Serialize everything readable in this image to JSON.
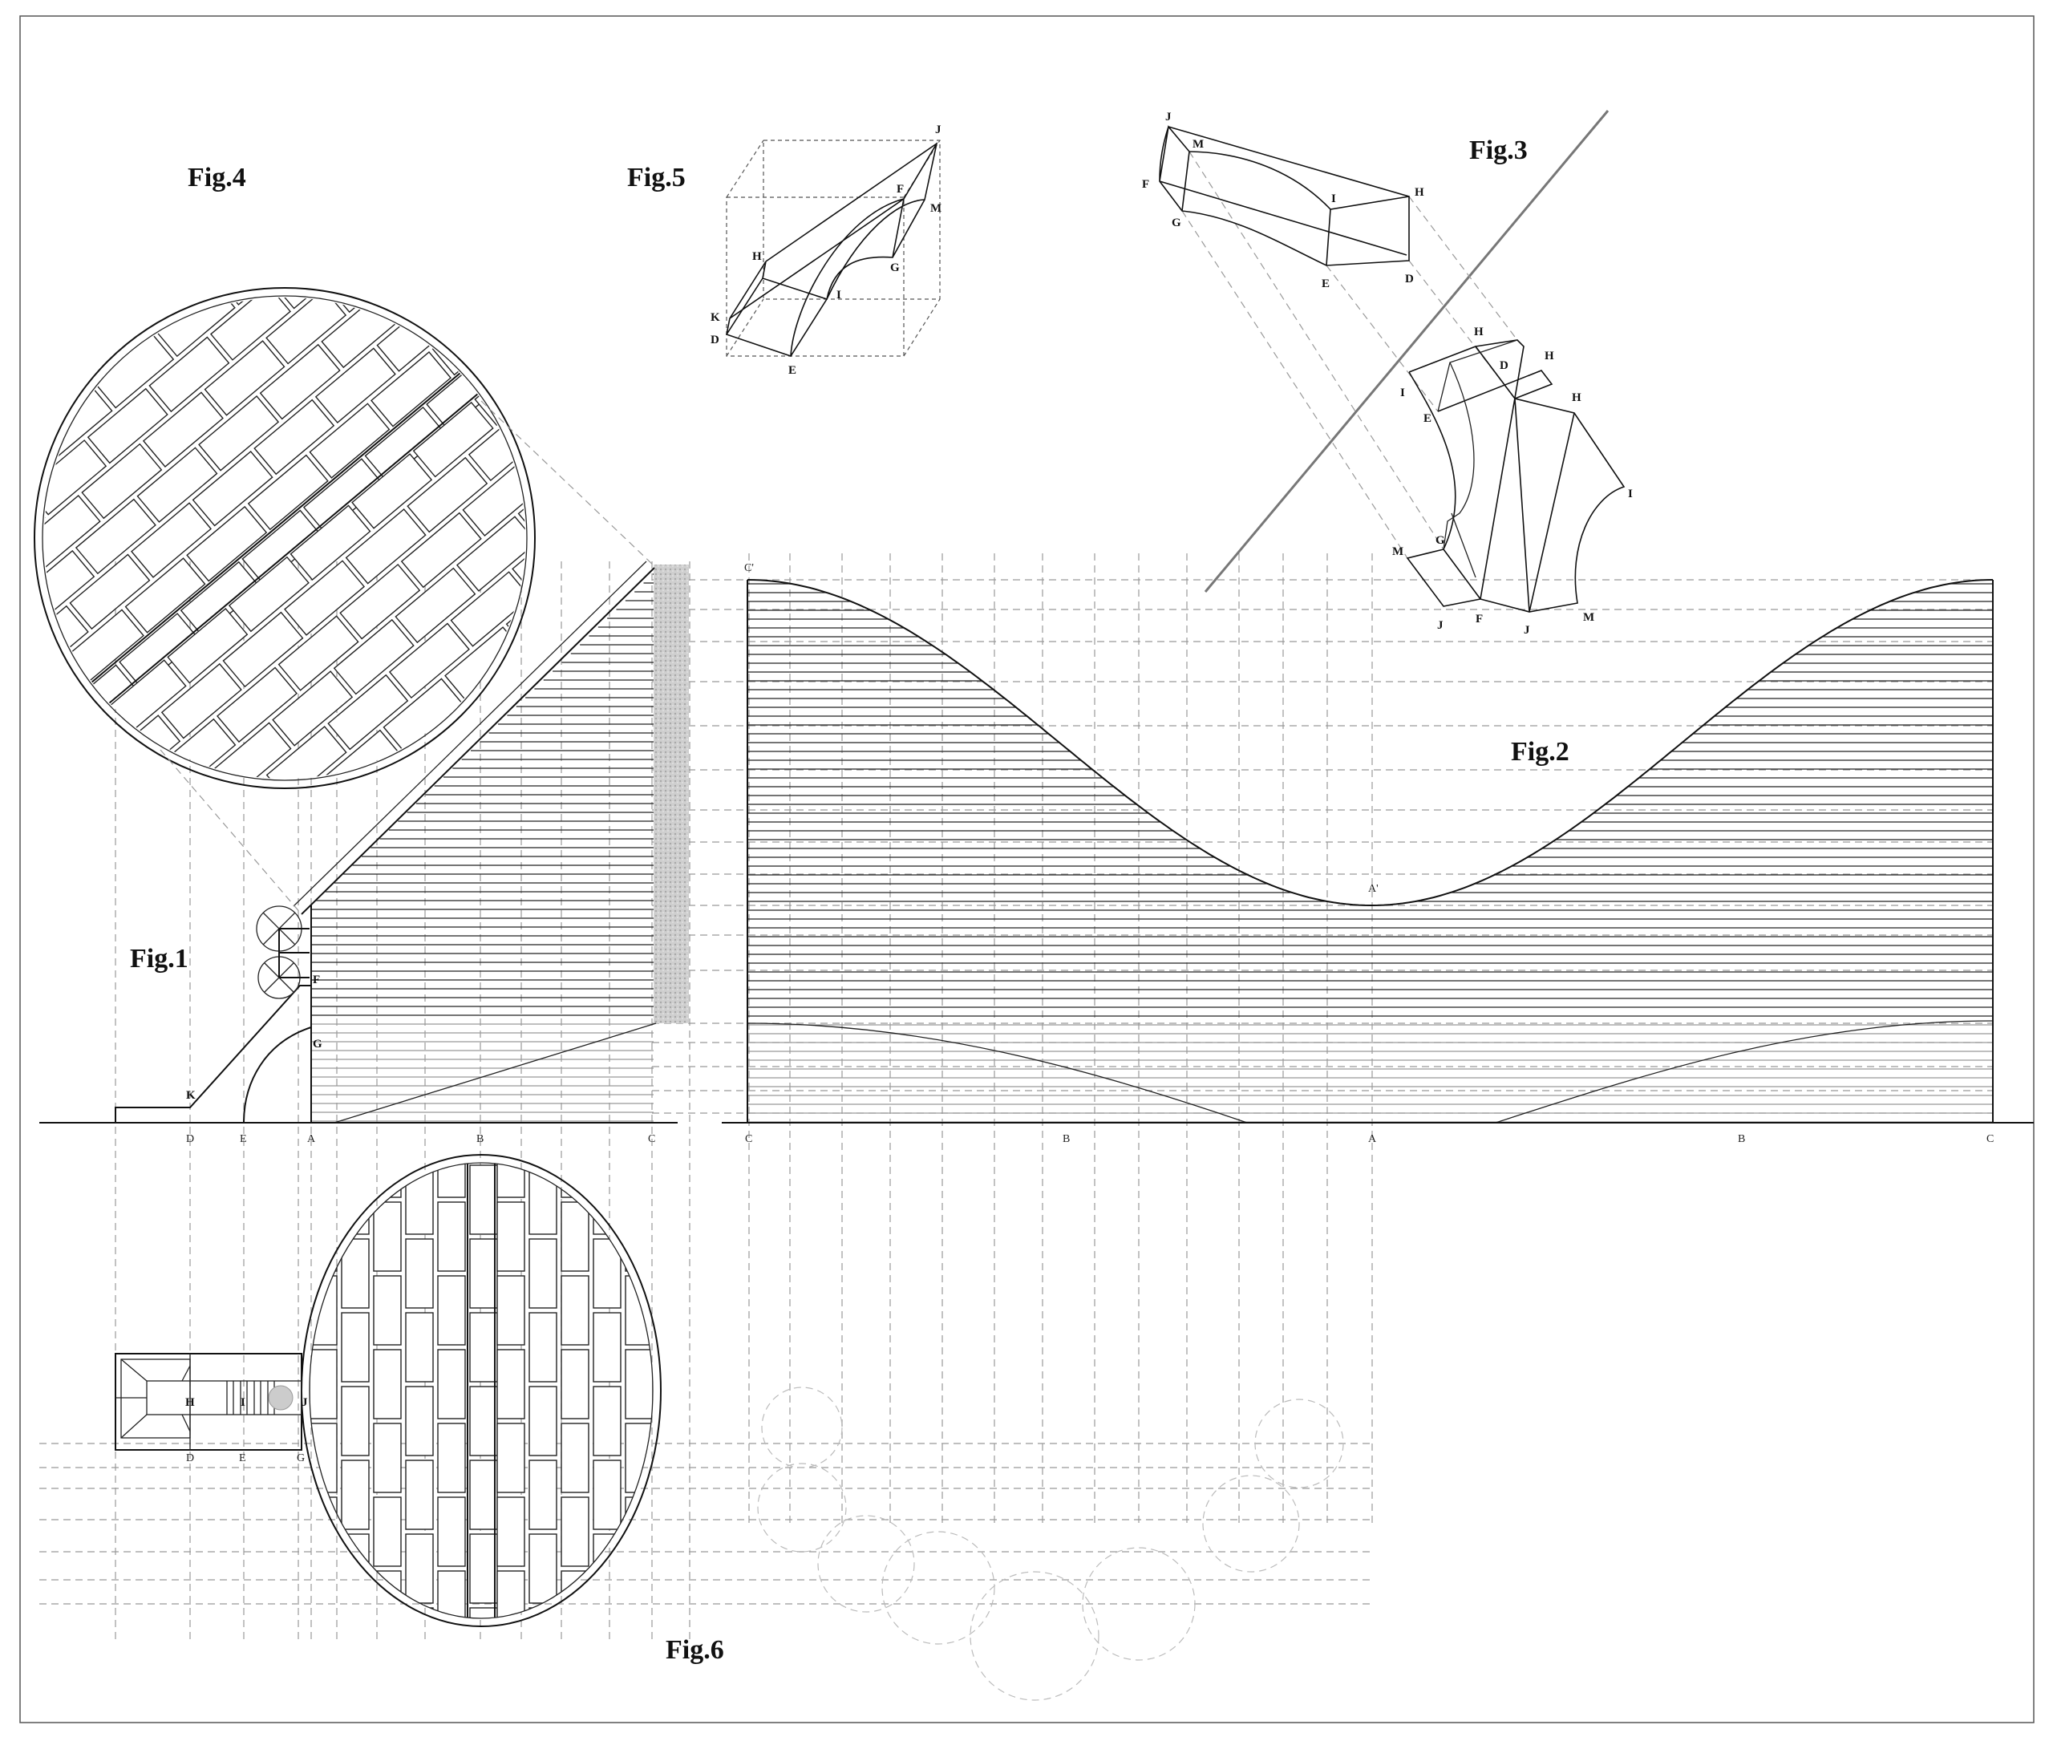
{
  "figures": {
    "fig1": "Fig.1",
    "fig2": "Fig.2",
    "fig3": "Fig.3",
    "fig4": "Fig.4",
    "fig5": "Fig.5",
    "fig6": "Fig.6"
  },
  "fig1_labels": {
    "K": "K",
    "F": "F",
    "G": "G"
  },
  "axis_labels": [
    "D",
    "E",
    "A",
    "B",
    "C",
    "C",
    "B",
    "A",
    "B",
    "C"
  ],
  "fig2_labels": {
    "C_prime": "C'",
    "A_prime": "A'"
  },
  "fig5_labels": {
    "J": "J",
    "F": "F",
    "M": "M",
    "H": "H",
    "G": "G",
    "I": "I",
    "K": "K",
    "D": "D",
    "E": "E"
  },
  "fig3_top_labels": {
    "J": "J",
    "M": "M",
    "F": "F",
    "G": "G",
    "I": "I",
    "H": "H",
    "D": "D",
    "E": "E"
  },
  "fig3_bottom_labels": {
    "H1": "H",
    "I": "I",
    "D": "D",
    "H2": "H",
    "E": "E",
    "H3": "H",
    "I2": "I",
    "G": "G",
    "M": "M",
    "J": "J",
    "F": "F",
    "J2": "J",
    "M2": "M"
  },
  "fig6_labels": {
    "H": "H",
    "I": "I",
    "J": "J",
    "D": "D",
    "E": "E",
    "G": "G"
  },
  "colors": {
    "ink": "#111111",
    "construction": "#999999",
    "wall": "#bdbdbd"
  }
}
